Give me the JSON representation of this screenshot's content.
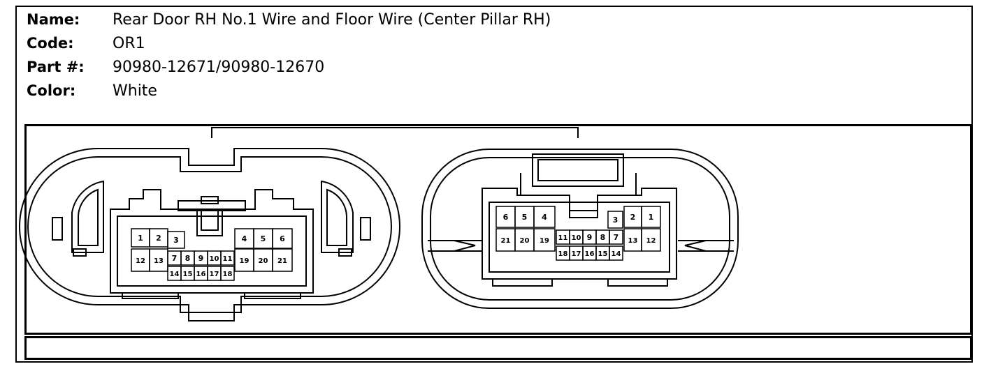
{
  "info": {
    "name_label": "Name:",
    "name_value": "Rear Door RH No.1 Wire and Floor Wire (Center Pillar RH)",
    "code_label": "Code:",
    "code_value": "OR1",
    "part_label": "Part #:",
    "part_value": "90980-12671/90980-12670",
    "color_label": "Color:",
    "color_value": "White"
  },
  "left_connector": {
    "pins": [
      "1",
      "2",
      "3",
      "4",
      "5",
      "6",
      "7",
      "8",
      "9",
      "10",
      "11",
      "12",
      "13",
      "14",
      "15",
      "16",
      "17",
      "18",
      "19",
      "20",
      "21"
    ]
  },
  "right_connector": {
    "pins": [
      "1",
      "2",
      "3",
      "4",
      "5",
      "6",
      "7",
      "8",
      "9",
      "10",
      "11",
      "12",
      "13",
      "14",
      "15",
      "16",
      "17",
      "18",
      "19",
      "20",
      "21"
    ]
  }
}
